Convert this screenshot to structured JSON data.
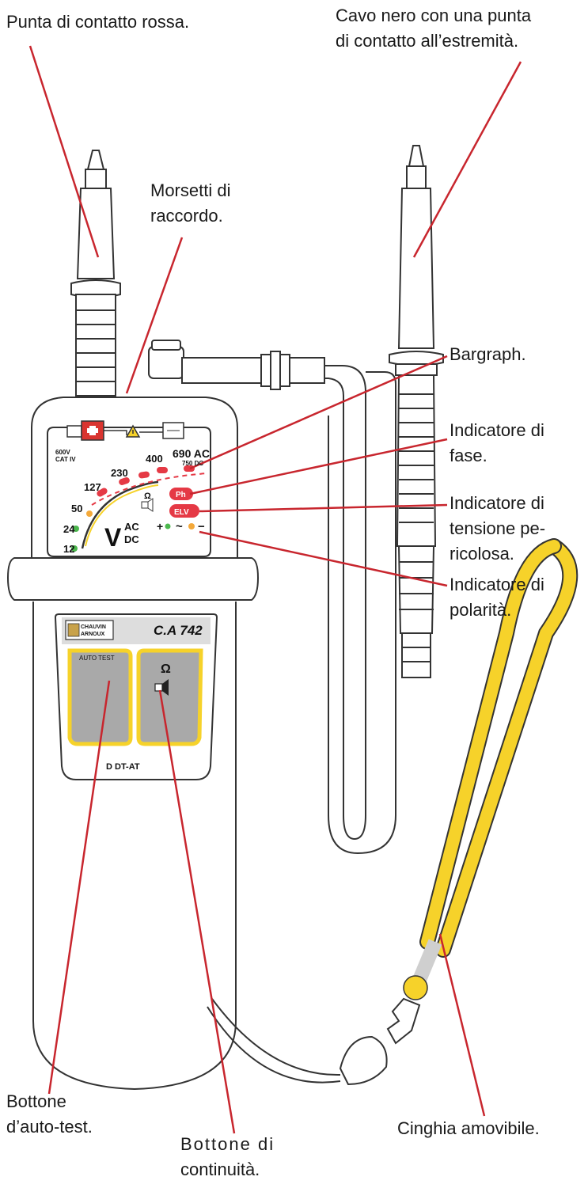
{
  "captions": {
    "red_tip": [
      "Punta di contatto rossa."
    ],
    "black_cable": [
      "Cavo nero con una punta",
      "di contatto all’estremità."
    ],
    "terminals": [
      "Morsetti di",
      "raccordo."
    ],
    "bargraph": [
      "Bargraph."
    ],
    "phase": [
      "Indicatore di",
      "fase."
    ],
    "dangerous_voltage": [
      "Indicatore di",
      "tensione pe-",
      "ricolosa."
    ],
    "polarity": [
      "Indicatore di",
      "polarità."
    ],
    "auto_test": [
      "Bottone",
      "d’auto-test."
    ],
    "continuity": [
      "Bottone di",
      "continuità."
    ],
    "strap": [
      "Cinghia amovibile."
    ]
  },
  "device": {
    "cat_rating": [
      "600V",
      "CAT IV"
    ],
    "max_ac": "690 AC",
    "max_dc": "750 DC",
    "scale": [
      "12",
      "24",
      "50",
      "127",
      "230",
      "400"
    ],
    "volt_symbol": "V",
    "volt_ac": "AC",
    "volt_dc": "DC",
    "ph_label": "Ph",
    "elv_label": "ELV",
    "ohm_symbol": "Ω",
    "polarity_plus": "+",
    "polarity_tilde": "~",
    "polarity_minus": "−",
    "brand": [
      "CHAUVIN",
      "ARNOUX"
    ],
    "model": "C.A 742",
    "auto_test_label": "AUTO TEST",
    "bottom_label": "D DT-AT",
    "colors": {
      "red": "#e53945",
      "yellow": "#f6d22a",
      "gray": "#a9a9a9",
      "callout": "#c8262e"
    }
  }
}
